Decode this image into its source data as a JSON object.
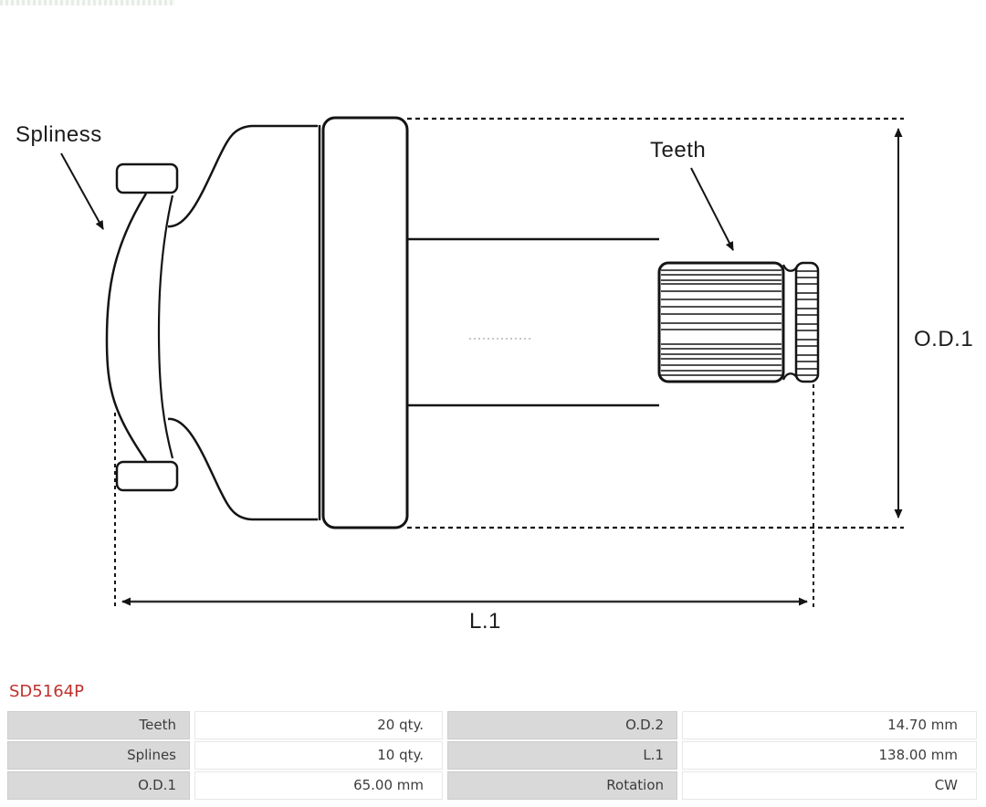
{
  "product": {
    "code": "SD5164P",
    "code_color": "#c0312e"
  },
  "diagram": {
    "labels": {
      "splines": "Spliness",
      "teeth": "Teeth",
      "od1": "O.D.1",
      "l1": "L.1"
    },
    "line_color": "#141414"
  },
  "spec_table": {
    "label_bg": "#d9d9d9",
    "value_bg": "#ffffff",
    "rows": [
      {
        "left": {
          "label": "Teeth",
          "value": "20 qty."
        },
        "right": {
          "label": "O.D.2",
          "value": "14.70 mm"
        }
      },
      {
        "left": {
          "label": "Splines",
          "value": "10 qty."
        },
        "right": {
          "label": "L.1",
          "value": "138.00 mm"
        }
      },
      {
        "left": {
          "label": "O.D.1",
          "value": "65.00 mm"
        },
        "right": {
          "label": "Rotation",
          "value": "CW"
        }
      }
    ]
  }
}
